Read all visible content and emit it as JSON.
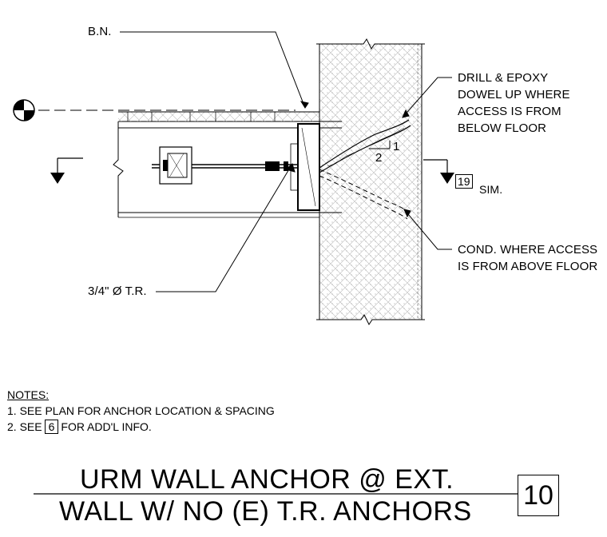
{
  "labels": {
    "bn": "B.N.",
    "drill": [
      "DRILL & EPOXY",
      "DOWEL UP WHERE",
      "ACCESS IS FROM",
      "BELOW FLOOR"
    ],
    "cond": [
      "COND. WHERE ACCESS",
      "IS FROM ABOVE FLOOR"
    ],
    "tr": "3/4\" Ø T.R.",
    "slope_rise": "1",
    "slope_run": "2",
    "section_ref": "19",
    "sim": "SIM."
  },
  "notes": {
    "header": "NOTES:",
    "item1": "1.   SEE PLAN FOR ANCHOR LOCATION & SPACING",
    "item2_prefix": "2.   SEE",
    "item2_ref": "6",
    "item2_suffix": "FOR ADD'L INFO."
  },
  "title": {
    "line1": "URM WALL ANCHOR @ EXT.",
    "line2": "WALL W/ NO (E) T.R. ANCHORS",
    "detail_number": "10"
  }
}
